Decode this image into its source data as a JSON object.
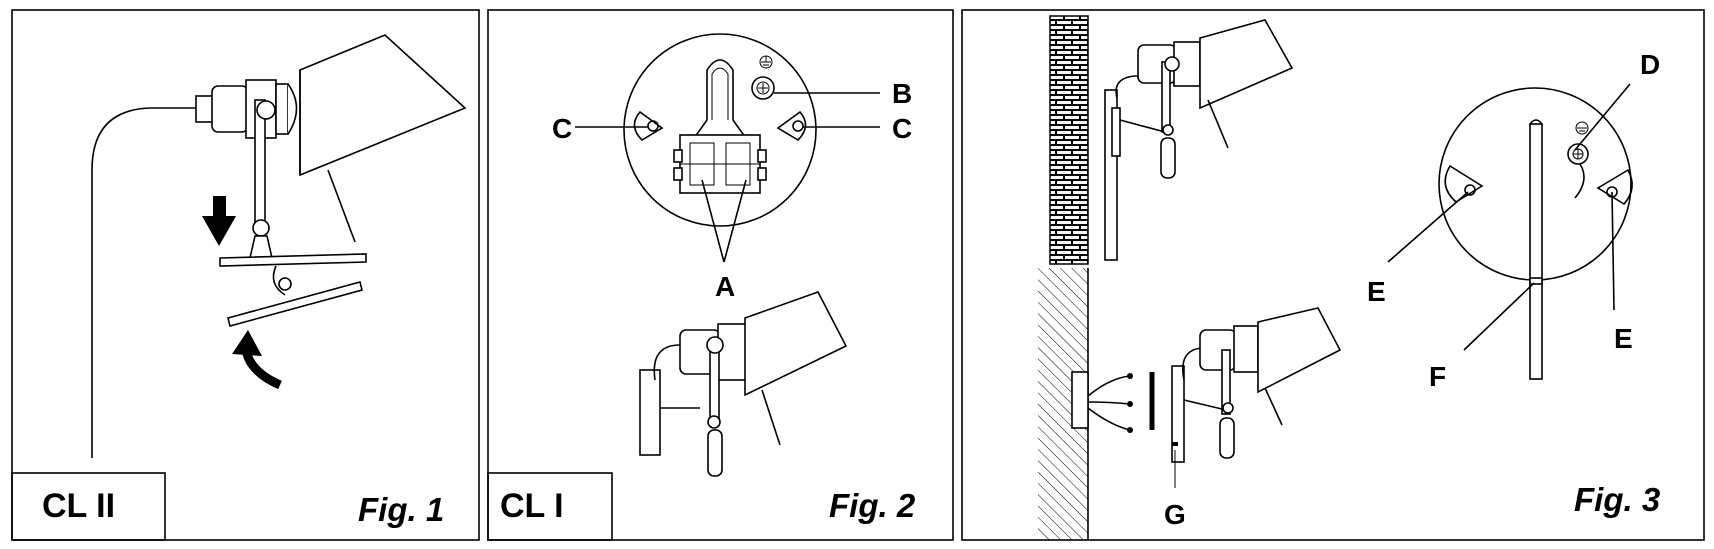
{
  "panels": [
    {
      "figure_label": "Fig. 1",
      "class_label": "CL II"
    },
    {
      "figure_label": "Fig. 2",
      "class_label": "CL I"
    },
    {
      "figure_label": "Fig. 3"
    }
  ],
  "callouts": {
    "A": "A",
    "B": "B",
    "C_left": "C",
    "C_right": "C",
    "D": "D",
    "E_left": "E",
    "E_right": "E",
    "F": "F",
    "G": "G"
  }
}
